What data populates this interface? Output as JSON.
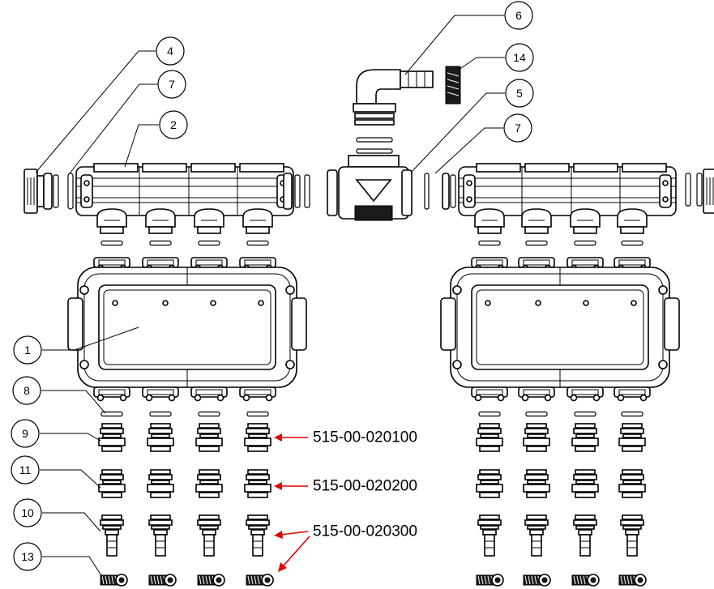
{
  "balloons": [
    {
      "id": "balloon-6",
      "label": "6"
    },
    {
      "id": "balloon-14",
      "label": "14"
    },
    {
      "id": "balloon-4",
      "label": "4"
    },
    {
      "id": "balloon-7a",
      "label": "7"
    },
    {
      "id": "balloon-5",
      "label": "5"
    },
    {
      "id": "balloon-2",
      "label": "2"
    },
    {
      "id": "balloon-7b",
      "label": "7"
    },
    {
      "id": "balloon-1",
      "label": "1"
    },
    {
      "id": "balloon-8",
      "label": "8"
    },
    {
      "id": "balloon-9",
      "label": "9"
    },
    {
      "id": "balloon-11",
      "label": "11"
    },
    {
      "id": "balloon-10",
      "label": "10"
    },
    {
      "id": "balloon-13",
      "label": "13"
    }
  ],
  "part_numbers": {
    "row_9": "515-00-020100",
    "row_11": "515-00-020200",
    "row_10": "515-00-020300"
  },
  "colors": {
    "callout_arrow": "#e00000",
    "linework": "#000000"
  }
}
